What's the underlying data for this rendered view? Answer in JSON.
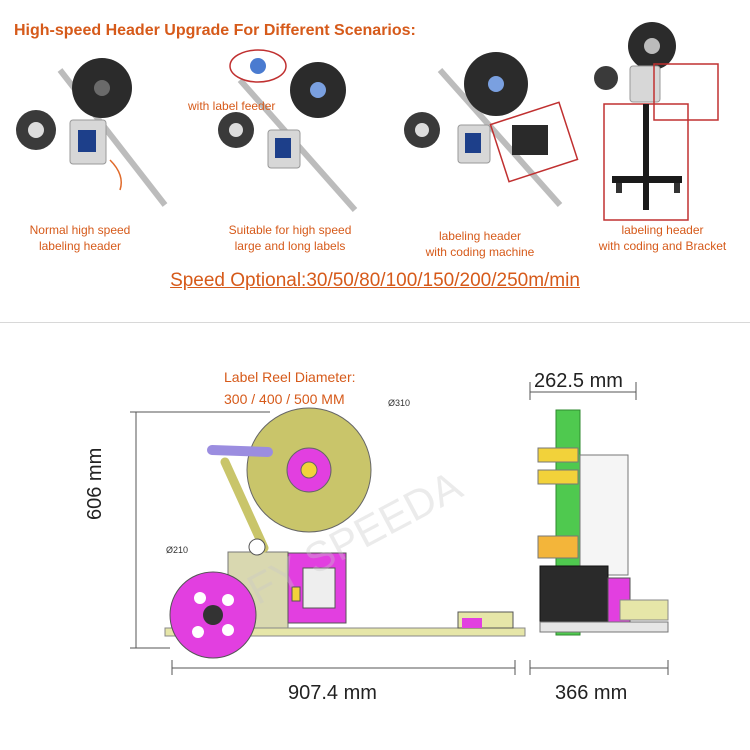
{
  "header": {
    "title": "High-speed Header Upgrade For Different Scenarios:"
  },
  "scenarios": [
    {
      "caption_line1": "Normal high speed",
      "caption_line2": "labeling header"
    },
    {
      "caption_line1": "Suitable for high speed",
      "caption_line2": "large and long labels",
      "callout": "with label feeder"
    },
    {
      "caption_line1": "labeling header",
      "caption_line2": "with coding machine"
    },
    {
      "caption_line1": "labeling header",
      "caption_line2": "with coding and Bracket"
    }
  ],
  "speed": {
    "text": "Speed Optional:30/50/80/100/150/200/250m/min"
  },
  "drawing": {
    "reel_title": "Label Reel Diameter:",
    "reel_sizes": "300  / 400 / 500 MM",
    "big_reel_diameter": "Ø310",
    "small_reel_diameter": "Ø210",
    "height_label": "606 mm",
    "length_label": "907.4 mm",
    "top_width_label": "262.5 mm",
    "bottom_width_label": "366 mm"
  },
  "colors": {
    "accent": "#d65a1a",
    "magenta": "#e23fe0",
    "olive": "#c9c56a",
    "green": "#4fc94f",
    "yellow": "#f2d23a",
    "orange": "#f3b53a"
  }
}
